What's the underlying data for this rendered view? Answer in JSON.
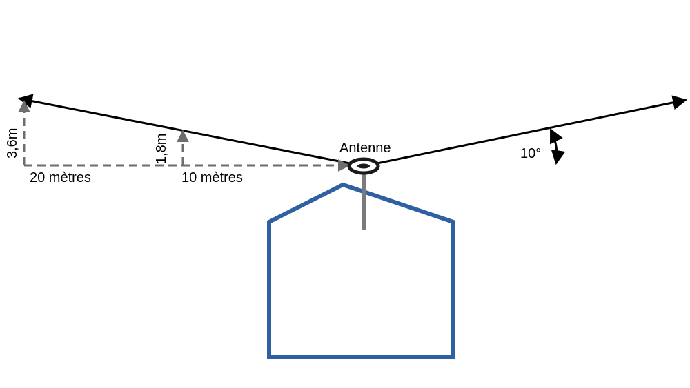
{
  "labels": {
    "antenna": "Antenne",
    "angle": "10°",
    "height_far": "3,6m",
    "height_near": "1,8m",
    "distance_far": "20 mètres",
    "distance_near": "10 mètres"
  },
  "colors": {
    "beam": "#000000",
    "measure": "#6d6d6d",
    "house": "#2f60a1",
    "mast": "#7a7a7a",
    "antenna": "#1a1a1a"
  }
}
